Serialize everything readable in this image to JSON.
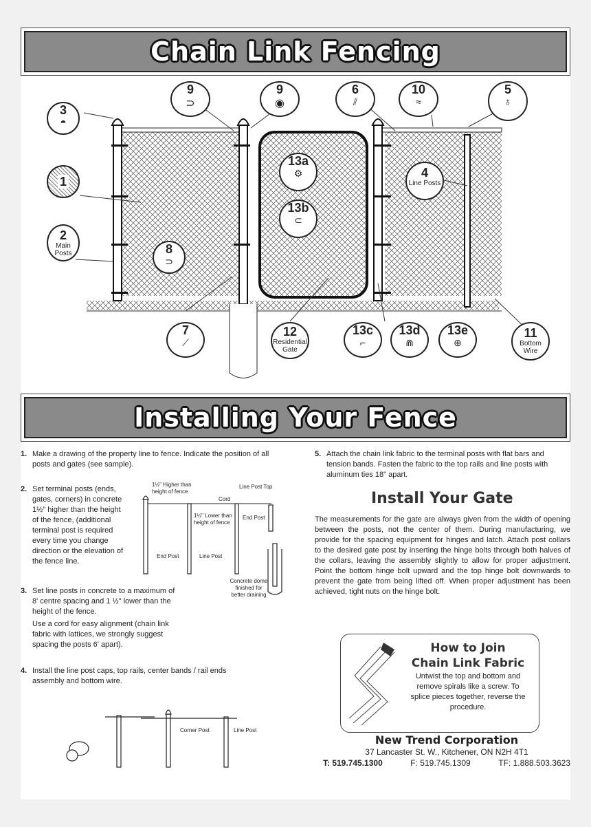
{
  "banner_top": "Chain Link Fencing",
  "banner_bottom": "Installing Your Fence",
  "callouts": {
    "c3": "3",
    "c1": "1",
    "c2": "2",
    "c2_label": "Main Posts",
    "c9a": "9",
    "c9b": "9",
    "c8": "8",
    "c7": "7",
    "c13a": "13a",
    "c13b": "13b",
    "c12": "12",
    "c12_label": "Residential Gate",
    "c6": "6",
    "c10": "10",
    "c5": "5",
    "c4": "4",
    "c4_label": "Line Posts",
    "c13c": "13c",
    "c13d": "13d",
    "c13e": "13e",
    "c11": "11",
    "c11_label": "Bottom Wire"
  },
  "steps": {
    "s1_num": "1.",
    "s1": "Make a drawing of the property line to fence. Indicate the position of all posts and gates (see sample).",
    "s2_num": "2.",
    "s2": "Set terminal posts (ends, gates, corners) in concrete 1½\" higher than the height of the fence, (additional terminal post is required every time you change direction or the elevation of the fence line.",
    "s3_num": "3.",
    "s3a": "Set line posts in concrete to a maximum of 8' centre spacing and 1 ½\" lower than the height of the fence.",
    "s3b": "Use a cord for easy alignment (chain link fabric with lattices, we strongly suggest spacing the posts 6' apart).",
    "s4_num": "4.",
    "s4": "Install the line post caps, top rails, center bands / rail ends assembly and bottom wire.",
    "s5_num": "5.",
    "s5": "Attach the chain link fabric to the terminal posts with flat bars and tension bands. Fasten the fabric to the top rails and line posts with aluminum ties 18\" apart."
  },
  "diagram_labels": {
    "higher": "1½\" Higher than height of fence",
    "line_post_top": "Line Post Top",
    "cord": "Cord",
    "lower": "1½\" Lower than height of fence",
    "end_post_right": "End Post",
    "end_post_left": "End Post",
    "line_post": "Line Post",
    "concrete": "Concrete dome finished for better draining",
    "corner_post": "Corner Post",
    "line_post_2": "Line Post"
  },
  "gate": {
    "heading": "Install Your Gate",
    "text": "The measurements for the gate are always given from the width of opening between the posts, not the center of them. During manufacturing, we provide for the spacing equipment for hinges and latch. Attach post collars to the desired gate post by inserting the hinge bolts through both halves of the collars, leaving the assembly slightly to allow for proper adjustment. Point the bottom hinge bolt upward and the top hinge bolt downwards to prevent the gate from being lifted off. When proper adjustment has been achieved, tight nuts on the hinge bolt."
  },
  "join": {
    "title1": "How to Join",
    "title2": "Chain Link Fabric",
    "text": "Untwist the top and bottom and remove spirals like a screw. To splice pieces together, reverse the procedure."
  },
  "company": {
    "name": "New Trend Corporation",
    "address": "37 Lancaster St. W.,  Kitchener, ON N2H 4T1",
    "tel": "T: 519.745.1300",
    "fax": "F: 519.745.1309",
    "tf": "TF: 1.888.503.3623"
  }
}
